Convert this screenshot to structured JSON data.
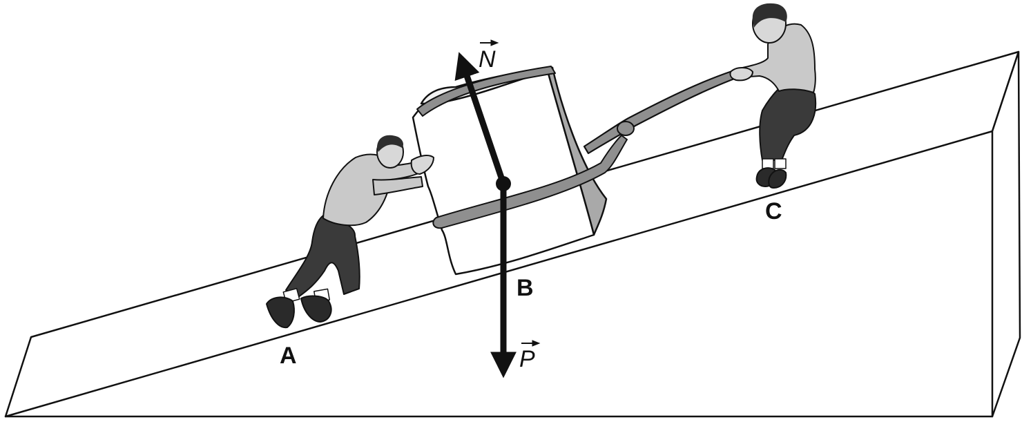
{
  "labels": {
    "a": "A",
    "b": "B",
    "c": "C"
  },
  "vectors": {
    "n": "N",
    "p": "P"
  },
  "colors": {
    "line": "#111111",
    "shirt": "#c9c9c9",
    "trousers": "#3a3a3a",
    "skin": "#d8d8d8",
    "strap": "#8f8f8f",
    "box_side": "#a9a9a9",
    "background": "#ffffff"
  }
}
